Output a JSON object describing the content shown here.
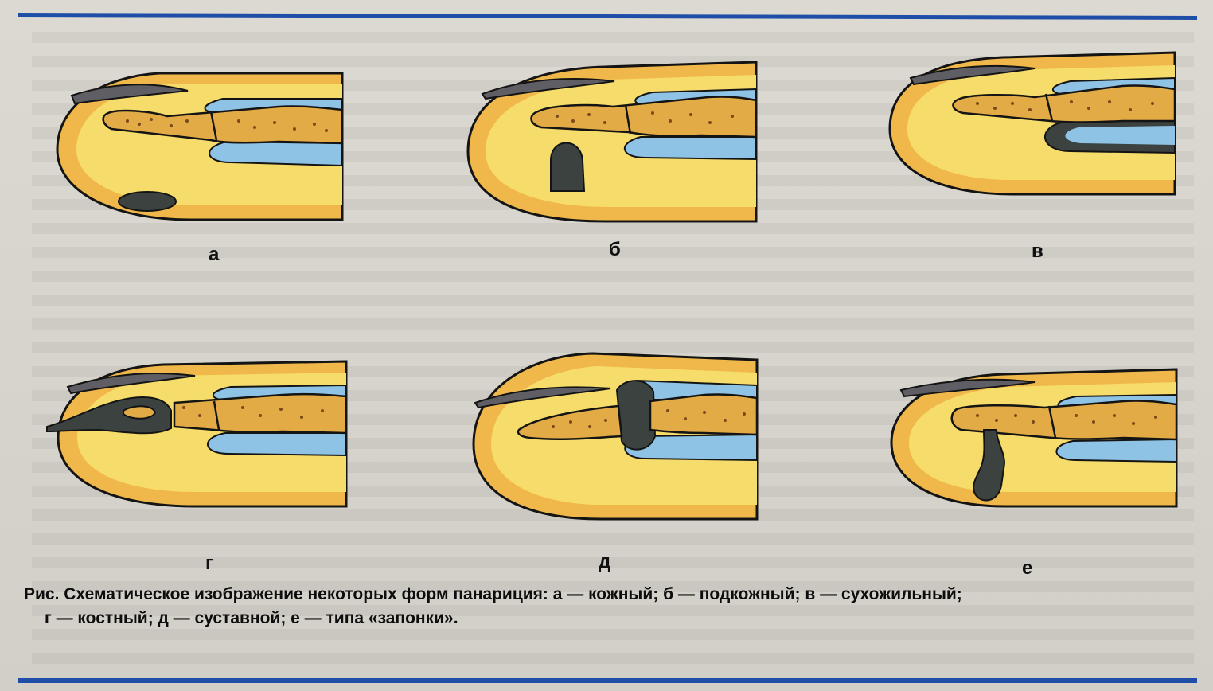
{
  "figure": {
    "panels": [
      {
        "id": "a",
        "label": "а"
      },
      {
        "id": "b",
        "label": "б"
      },
      {
        "id": "v",
        "label": "в"
      },
      {
        "id": "g",
        "label": "г"
      },
      {
        "id": "d",
        "label": "д"
      },
      {
        "id": "e",
        "label": "е"
      }
    ],
    "caption_line1": "Рис. Схематическое изображение некоторых форм панариция: а — кожный; б — подкожный; в — сухожильный;",
    "caption_line2": "г — костный; д — суставной; е — типа «запонки».",
    "colors": {
      "skin": "#f0b84a",
      "subcutis": "#f6dc6a",
      "tendon": "#8fc3e6",
      "bone": "#e2ab45",
      "pus": "#3c423f",
      "nail": "#5e5e64",
      "outline": "#141414",
      "rule": "#1f4ea8"
    }
  }
}
